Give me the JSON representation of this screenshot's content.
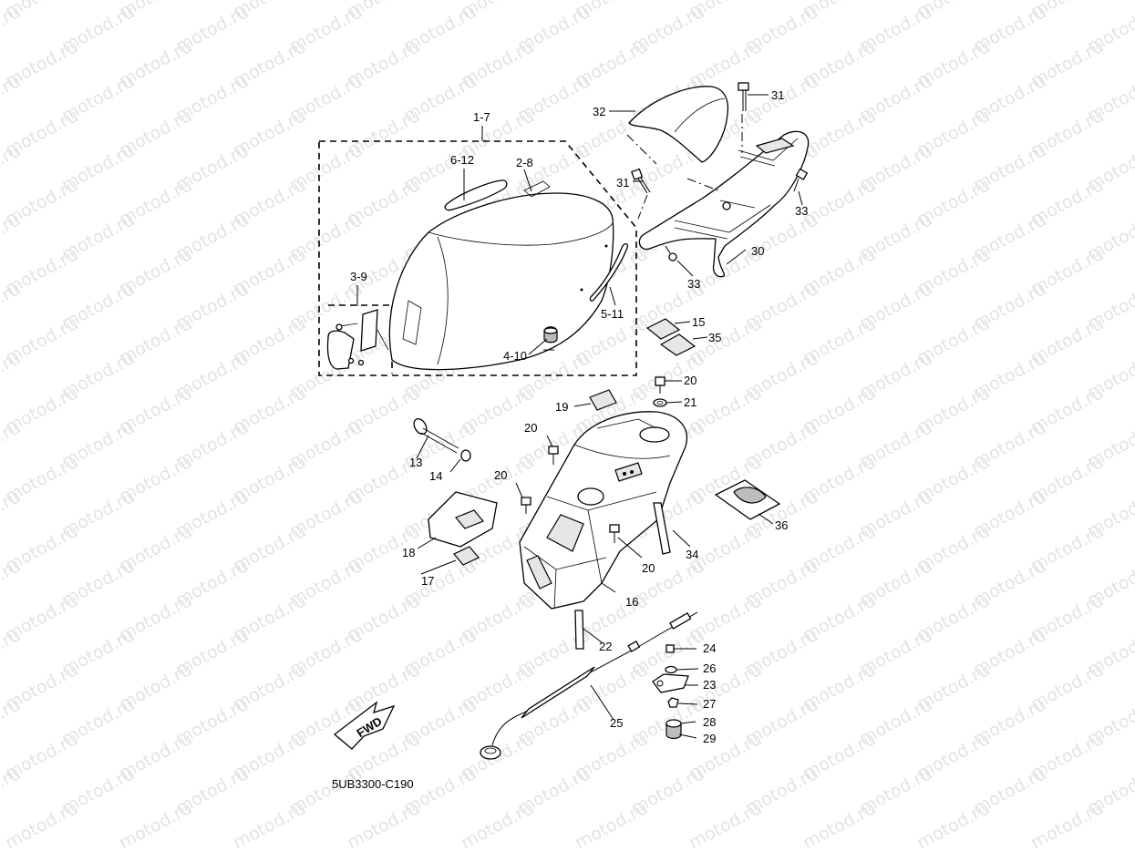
{
  "watermark_text": "motod.ru",
  "diagram_code": "5UB3300-C190",
  "fwd_label": "FWD",
  "callouts": {
    "c1_7": "1-7",
    "c6_12": "6-12",
    "c2_8": "2-8",
    "c3_9": "3-9",
    "c5_11": "5-11",
    "c4_10": "4-10",
    "c32": "32",
    "c31a": "31",
    "c31b": "31",
    "c33a": "33",
    "c33b": "33",
    "c30": "30",
    "c15": "15",
    "c35": "35",
    "c20a": "20",
    "c21": "21",
    "c19": "19",
    "c20b": "20",
    "c20c": "20",
    "c20d": "20",
    "c13": "13",
    "c14": "14",
    "c36": "36",
    "c34": "34",
    "c18": "18",
    "c17": "17",
    "c16": "16",
    "c22": "22",
    "c24": "24",
    "c26": "26",
    "c23": "23",
    "c27": "27",
    "c25": "25",
    "c28": "28",
    "c29": "29"
  }
}
